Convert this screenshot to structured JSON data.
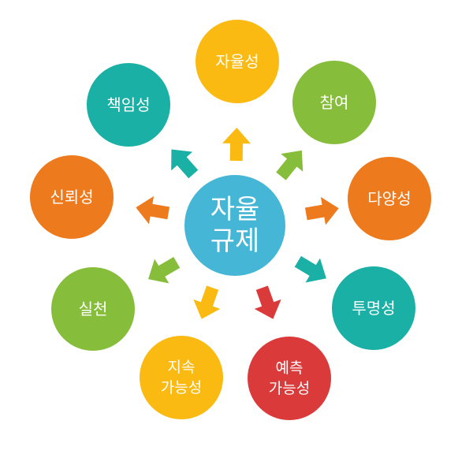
{
  "center": {
    "lines": [
      "자율",
      "규제"
    ],
    "color": "#45B6D6"
  },
  "nodes": [
    {
      "key": "autonomy",
      "lines": [
        "자율성"
      ],
      "color": "#FBBA11",
      "arrow_color": "#FBBA11"
    },
    {
      "key": "participation",
      "lines": [
        "참여"
      ],
      "color": "#86BE3B",
      "arrow_color": "#86BE3B"
    },
    {
      "key": "diversity",
      "lines": [
        "다양성"
      ],
      "color": "#EE7A1E",
      "arrow_color": "#EE7A1E"
    },
    {
      "key": "transparency",
      "lines": [
        "투명성"
      ],
      "color": "#1BB0A5",
      "arrow_color": "#1BB0A5"
    },
    {
      "key": "predictability",
      "lines": [
        "예측",
        "가능성"
      ],
      "color": "#DB3A3A",
      "arrow_color": "#DB3A3A"
    },
    {
      "key": "sustainability",
      "lines": [
        "지속",
        "가능성"
      ],
      "color": "#FBBA11",
      "arrow_color": "#FBBA11"
    },
    {
      "key": "practice",
      "lines": [
        "실천"
      ],
      "color": "#86BE3B",
      "arrow_color": "#86BE3B"
    },
    {
      "key": "trust",
      "lines": [
        "신뢰성"
      ],
      "color": "#EE7A1E",
      "arrow_color": "#EE7A1E"
    },
    {
      "key": "responsibility",
      "lines": [
        "책임성"
      ],
      "color": "#1BB0A5",
      "arrow_color": "#1BB0A5"
    }
  ]
}
